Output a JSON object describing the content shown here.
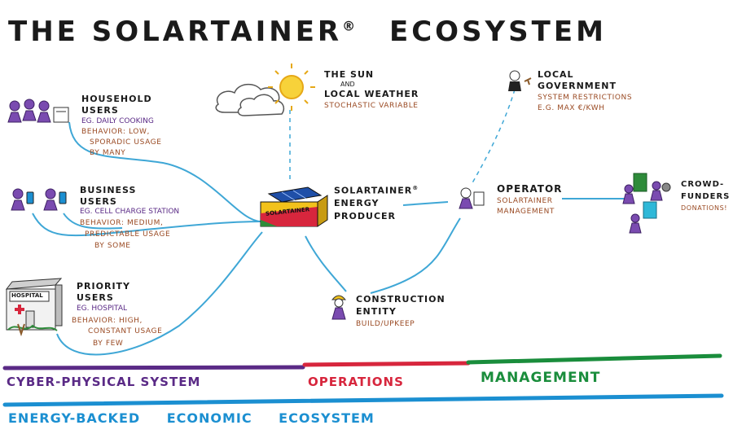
{
  "title": {
    "main": "THE SOLARTAINER",
    "reg": "®",
    "tail": "ECOSYSTEM"
  },
  "sun": {
    "line1": "THE SUN",
    "line2": "AND",
    "line3": "LOCAL WEATHER",
    "note": "STOCHASTIC VARIABLE"
  },
  "government": {
    "line1": "LOCAL",
    "line2": "GOVERNMENT",
    "note1": "SYSTEM RESTRICTIONS",
    "note2": "E.G. MAX €/KWH"
  },
  "household": {
    "line1": "HOUSEHOLD",
    "line2": "USERS",
    "example": "EG. DAILY COOKING",
    "b1": "BEHAVIOR: LOW,",
    "b2": "SPORADIC USAGE",
    "b3": "BY MANY"
  },
  "business": {
    "line1": "BUSINESS",
    "line2": "USERS",
    "example": "EG. CELL CHARGE STATION",
    "b1": "BEHAVIOR: MEDIUM,",
    "b2": "PREDICTABLE USAGE",
    "b3": "BY SOME"
  },
  "priority": {
    "line1": "PRIORITY",
    "line2": "USERS",
    "example": "EG. HOSPITAL",
    "b1": "BEHAVIOR: HIGH,",
    "b2": "CONSTANT USAGE",
    "b3": "BY FEW",
    "sign": "HOSPITAL"
  },
  "producer": {
    "line1": "SOLARTAINER",
    "reg": "®",
    "line2": "ENERGY",
    "line3": "PRODUCER",
    "box_label": "SOLARTAINER"
  },
  "operator": {
    "line1": "OPERATOR",
    "note1": "SOLARTAINER",
    "note2": "MANAGEMENT"
  },
  "crowdfunders": {
    "line1": "CROWD-",
    "line2": "FUNDERS",
    "note": "DONATIONS!"
  },
  "construction": {
    "line1": "CONSTRUCTION",
    "line2": "ENTITY",
    "note": "BUILD/UPKEEP"
  },
  "bands": {
    "cps": "CYBER-PHYSICAL SYSTEM",
    "ops": "OPERATIONS",
    "mgmt": "MANAGEMENT",
    "eco": "ENERGY-BACKED ECONOMIC ECOSYSTEM"
  },
  "colors": {
    "purple": "#5a2a86",
    "red": "#d7263d",
    "green": "#1a8d3c",
    "blue": "#1b8fd1",
    "brown": "#9a4a23",
    "line": "#3fa7d6"
  }
}
